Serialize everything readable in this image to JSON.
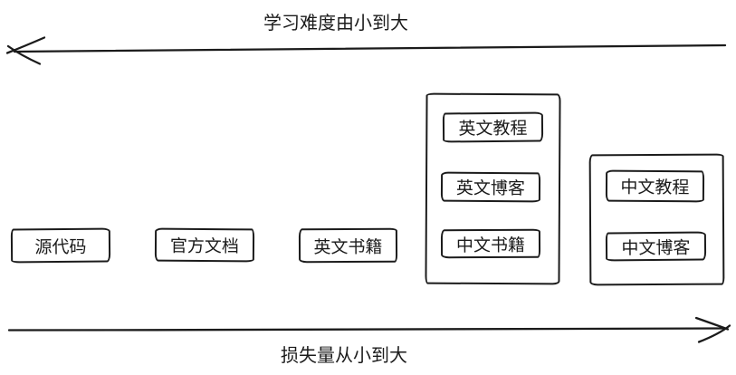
{
  "colors": {
    "background": "#ffffff",
    "stroke": "#1b1b1b",
    "text": "#1b1b1b"
  },
  "top_axis": {
    "label": "学习难度由小到大",
    "direction": "left"
  },
  "bottom_axis": {
    "label": "损失量从小到大",
    "direction": "right"
  },
  "standalone_boxes": [
    {
      "label": "源代码"
    },
    {
      "label": "官方文档"
    },
    {
      "label": "英文书籍"
    }
  ],
  "groups": [
    {
      "items": [
        {
          "label": "英文教程"
        },
        {
          "label": "英文博客"
        },
        {
          "label": "中文书籍"
        }
      ]
    },
    {
      "items": [
        {
          "label": "中文教程"
        },
        {
          "label": "中文博客"
        }
      ]
    }
  ]
}
